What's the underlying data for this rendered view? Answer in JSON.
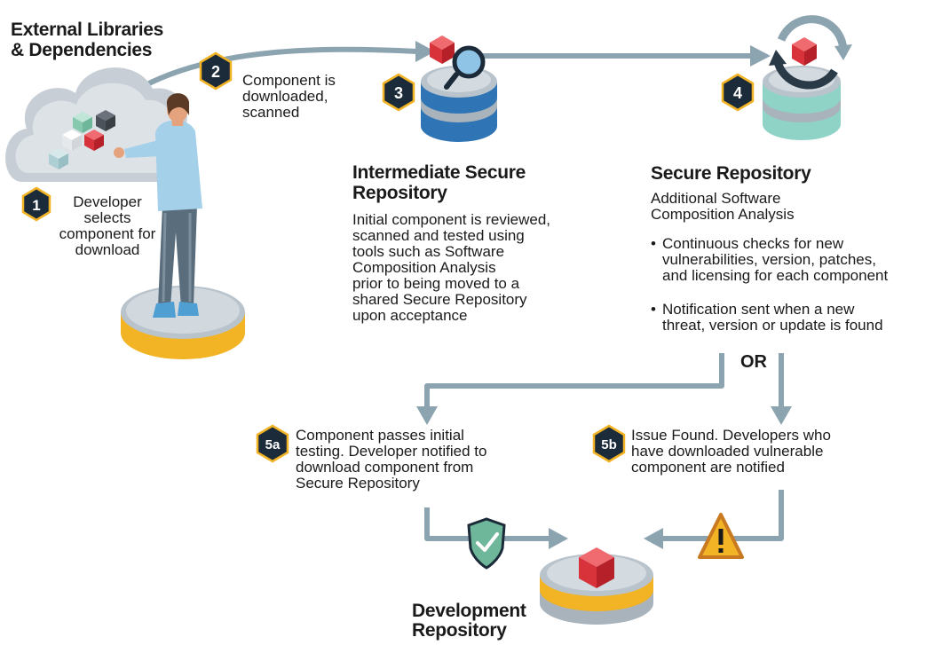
{
  "title": {
    "line1": "External Libraries",
    "line2": "& Dependencies"
  },
  "steps": [
    {
      "id": "1",
      "lines": [
        "Developer",
        "selects",
        "component for",
        "download"
      ]
    },
    {
      "id": "2",
      "lines": [
        "Component is",
        "downloaded,",
        "scanned"
      ]
    },
    {
      "id": "3"
    },
    {
      "id": "4"
    },
    {
      "id": "5a",
      "lines": [
        "Component passes initial",
        "testing. Developer notified to",
        "download component from",
        "Secure Repository"
      ]
    },
    {
      "id": "5b",
      "lines": [
        "Issue Found. Developers who",
        "have downloaded vulnerable",
        "component are notified"
      ]
    }
  ],
  "intermediate": {
    "title_lines": [
      "Intermediate Secure",
      "Repository"
    ],
    "body_lines": [
      "Initial component is reviewed,",
      "scanned and tested using",
      "tools such as Software",
      "Composition Analysis",
      "prior to being moved to a",
      "shared Secure Repository",
      "upon acceptance"
    ]
  },
  "secure": {
    "title": "Secure Repository",
    "subtitle_lines": [
      "Additional Software",
      "Composition Analysis"
    ],
    "bullet_marker": "•",
    "bullets": [
      [
        "Continuous checks for new",
        "vulnerabilities, version, patches,",
        "and licensing for each component"
      ],
      [
        "Notification sent when a new",
        "threat, version or update is found"
      ]
    ]
  },
  "or_label": "OR",
  "development": {
    "title_lines": [
      "Development",
      "Repository"
    ]
  },
  "icons": [
    "cloud-icon",
    "developer-figure-icon",
    "magnifier-icon",
    "sync-arrows-icon",
    "shield-check-icon",
    "warning-icon",
    "component-cube-icon"
  ],
  "colors": {
    "arrow": "#8ca3b0",
    "badge": "#1c2b3a",
    "cube_red": "#d8323a",
    "gold": "#f2b324",
    "repo_blue": "#2f74b5",
    "repo_teal": "#8fd3c7",
    "cloud": "#c3cad3"
  }
}
